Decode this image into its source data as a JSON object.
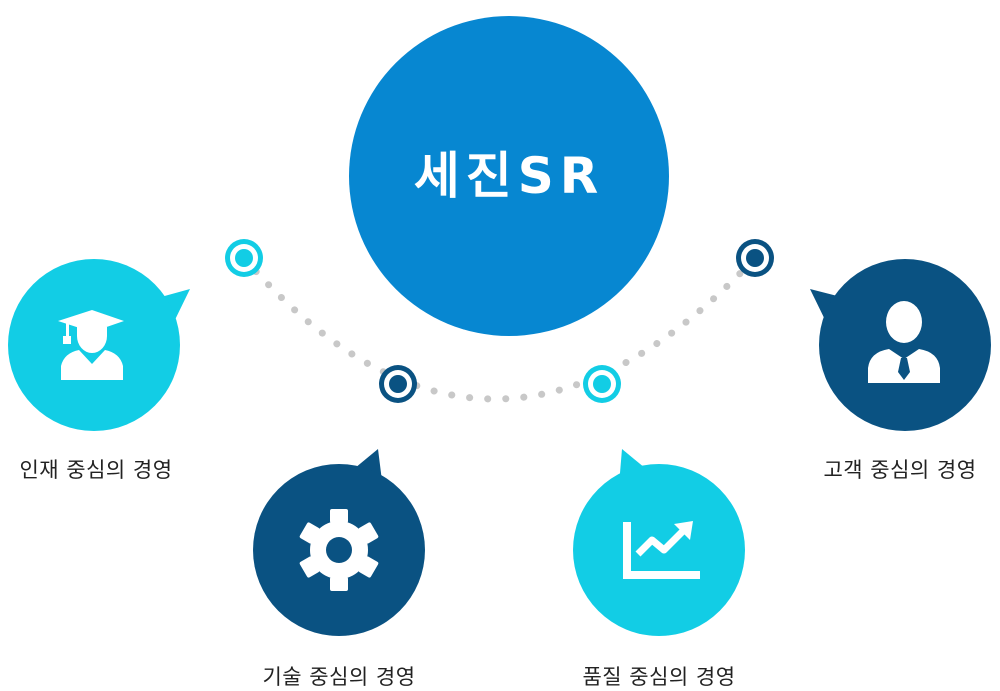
{
  "center": {
    "title": "세진SR",
    "color": "#0787d1"
  },
  "colors": {
    "cyan": "#12cde5",
    "navy": "#0a5282",
    "dots": "#c8c8c8",
    "icon_fill": "#ffffff"
  },
  "nodes": [
    {
      "label": "인재 중심의 경영",
      "icon": "graduate-icon",
      "color": "cyan"
    },
    {
      "label": "기술 중심의 경영",
      "icon": "gear-icon",
      "color": "navy"
    },
    {
      "label": "품질 중심의 경영",
      "icon": "trend-chart-icon",
      "color": "cyan"
    },
    {
      "label": "고객 중심의 경영",
      "icon": "businessman-icon",
      "color": "navy"
    }
  ]
}
